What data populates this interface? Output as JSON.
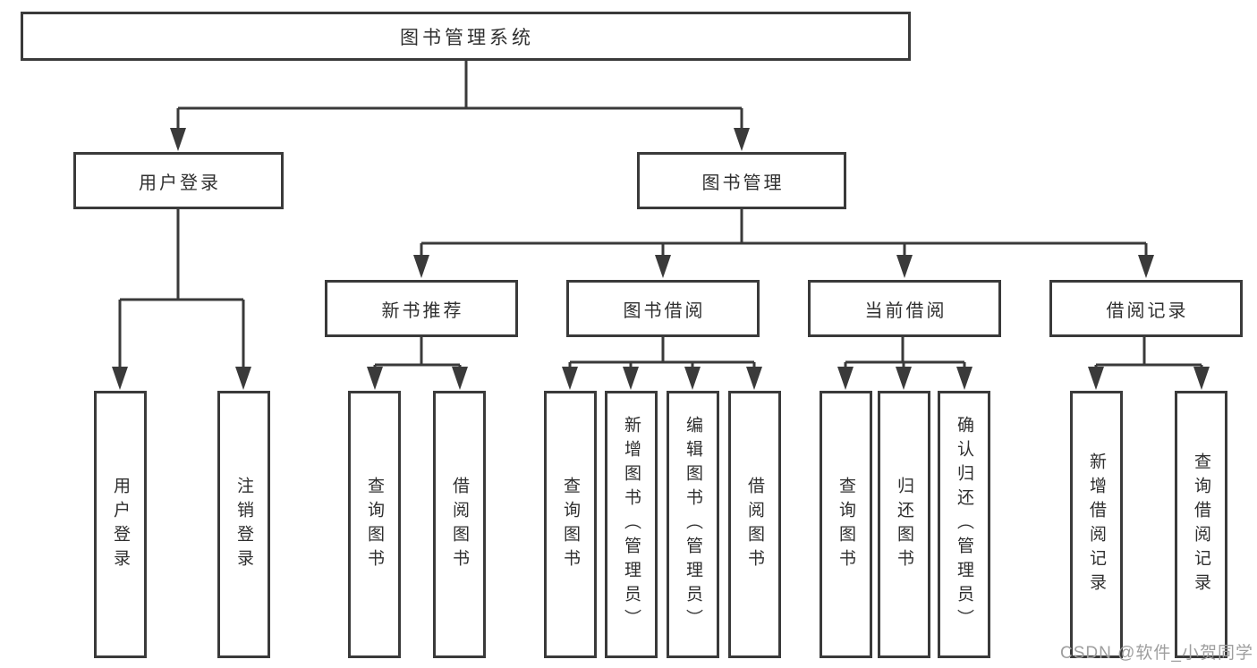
{
  "diagram_type": "hierarchy-tree",
  "colors": {
    "line": "#3a3a3a",
    "box_border": "#3a3a3a",
    "text": "#2f2f2f",
    "background": "#ffffff",
    "watermark": "#9e9e9e"
  },
  "watermark": {
    "text": "CSDN @软件_小贺同学"
  },
  "tree": {
    "root": {
      "label": "图书管理系统",
      "children": [
        {
          "label": "用户登录",
          "children": [
            {
              "label": "用户登录"
            },
            {
              "label": "注销登录"
            }
          ]
        },
        {
          "label": "图书管理",
          "children": [
            {
              "label": "新书推荐",
              "children": [
                {
                  "label": "查询图书"
                },
                {
                  "label": "借阅图书"
                }
              ]
            },
            {
              "label": "图书借阅",
              "children": [
                {
                  "label": "查询图书"
                },
                {
                  "label": "新增图书（管理员）"
                },
                {
                  "label": "编辑图书（管理员）"
                },
                {
                  "label": "借阅图书"
                }
              ]
            },
            {
              "label": "当前借阅",
              "children": [
                {
                  "label": "查询图书"
                },
                {
                  "label": "归还图书"
                },
                {
                  "label": "确认归还（管理员）"
                }
              ]
            },
            {
              "label": "借阅记录",
              "children": [
                {
                  "label": "新增借阅记录"
                },
                {
                  "label": "查询借阅记录"
                }
              ]
            }
          ]
        }
      ]
    }
  }
}
